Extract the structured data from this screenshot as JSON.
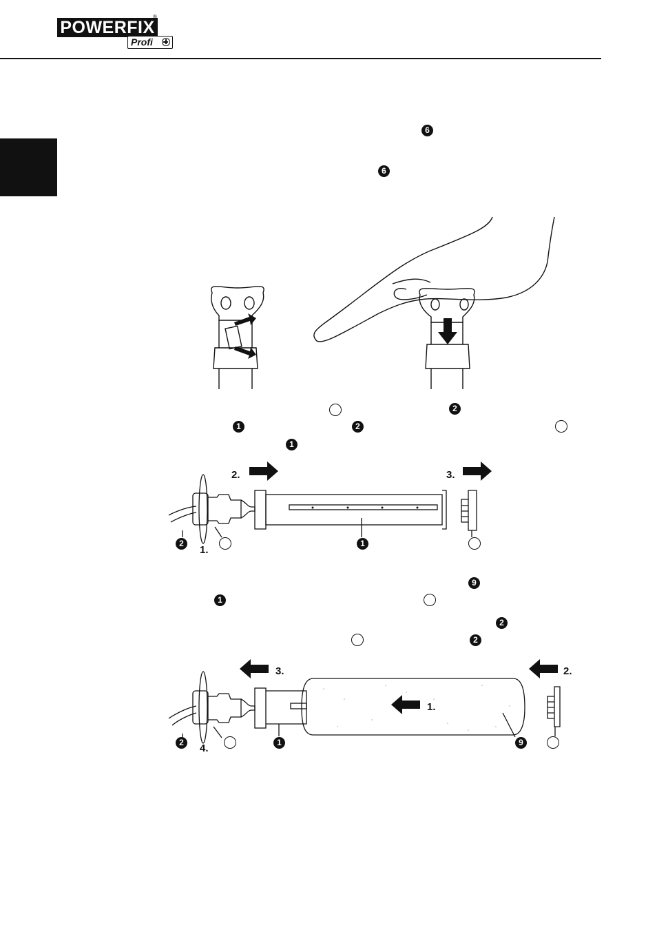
{
  "brand": {
    "name": "POWERFIX",
    "registered": "®",
    "sub": "Profi"
  },
  "colors": {
    "ink": "#111111",
    "paper": "#ffffff"
  },
  "markers": {
    "m6a": "6",
    "m6b": "6",
    "m2a": "2",
    "m1a": "1",
    "m2b": "2",
    "m1b": "1",
    "d1_n2": "2",
    "d1_n1": "1",
    "m9a": "9",
    "m1c": "1",
    "m2c": "2",
    "m2d": "2",
    "d2_n2": "2",
    "d2_n1": "1",
    "d2_n9": "9"
  },
  "diagram1": {
    "step1": "1.",
    "step2": "2.",
    "step3": "3."
  },
  "diagram2": {
    "step1": "1.",
    "step2": "2.",
    "step3": "3.",
    "step4": "4."
  }
}
